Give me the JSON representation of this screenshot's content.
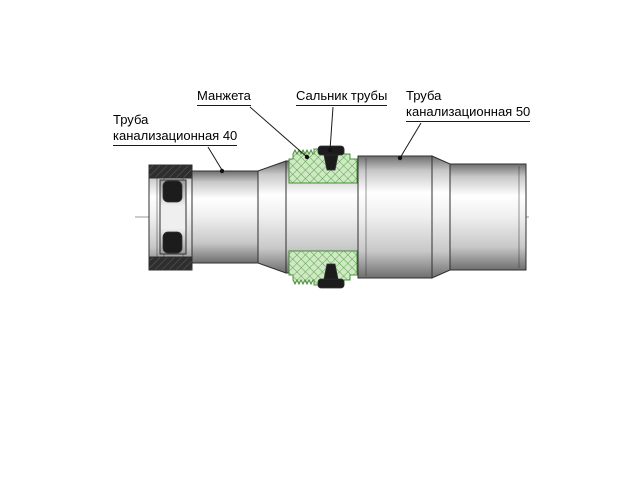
{
  "drawing": {
    "labels": {
      "pipe40_line1": "Труба",
      "pipe40_line2": "канализационная 40",
      "cuff": "Манжета",
      "gland": "Сальник трубы",
      "pipe50_line1": "Труба",
      "pipe50_line2": "канализационная 50"
    }
  },
  "colors": {
    "outline": "#2f2f2f",
    "centerline": "#999999",
    "metal_edge": "#6e6e6e",
    "metal_mid": "#c8c8c8",
    "metal_light": "#ffffff",
    "cuff_fill": "#cdeac2",
    "cuff_hatch": "#4a8f3c",
    "seal_dark": "#1c1c1c",
    "bell_band": "#2e2e2e"
  }
}
